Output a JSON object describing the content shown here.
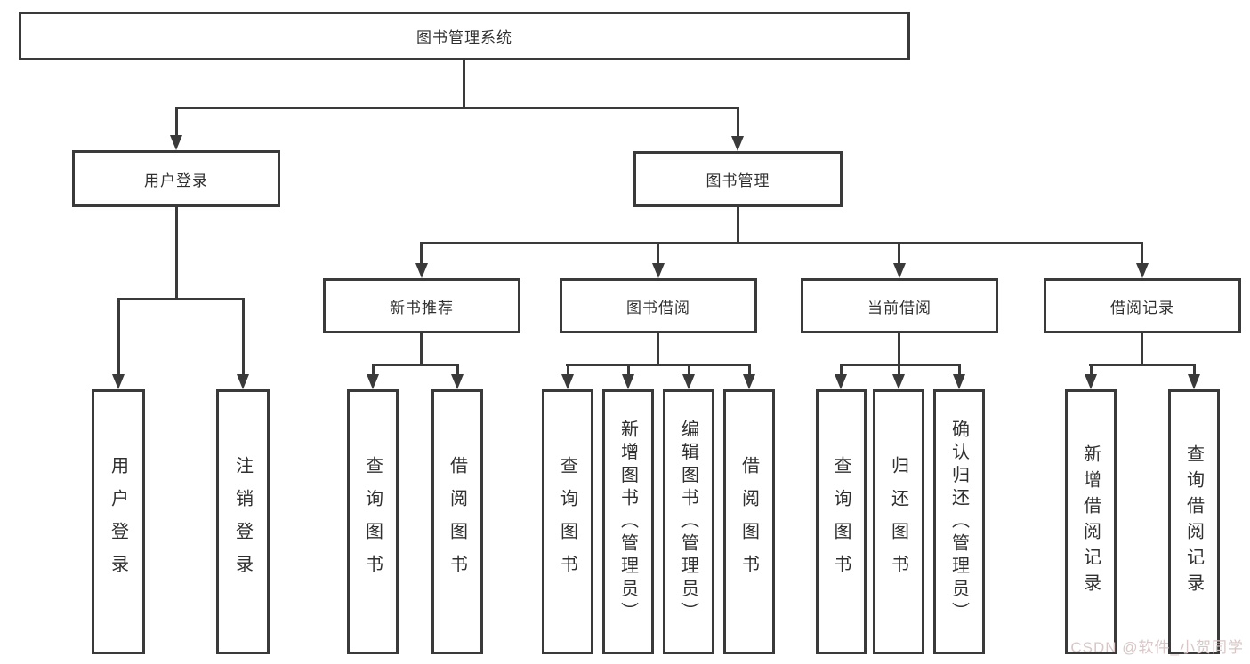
{
  "diagram": {
    "type": "hierarchy-tree",
    "watermark": "CSDN @软件_小贺同学",
    "colors": {
      "line": "#3a3a3a",
      "node_border": "#3a3a3a",
      "node_fill": "#ffffff",
      "text": "#303030",
      "watermark": "#d9c7c7",
      "background": "#ffffff"
    }
  },
  "labels": {
    "root": "图书管理系统",
    "user_login": "用户登录",
    "book_management": "图书管理",
    "new_book_recommend": "新书推荐",
    "book_borrowing": "图书借阅",
    "current_borrowing": "当前借阅",
    "borrow_records": "借阅记录",
    "leaf_user_login": "用户登录",
    "leaf_logout": "注销登录",
    "leaf_nb_query_books": "查询图书",
    "leaf_nb_borrow_books": "借阅图书",
    "leaf_bb_query_books": "查询图书",
    "leaf_bb_add_books": "新增图书（管理员）",
    "leaf_bb_edit_books": "编辑图书（管理员）",
    "leaf_bb_borrow_books": "借阅图书",
    "leaf_cb_query_books": "查询图书",
    "leaf_cb_return_books": "归还图书",
    "leaf_cb_confirm_return": "确认归还（管理员）",
    "leaf_br_add_record": "新增借阅记录",
    "leaf_br_query_record": "查询借阅记录"
  },
  "hierarchy": {
    "root": {
      "label_key": "root",
      "children": [
        {
          "label_key": "user_login",
          "children": [
            {
              "label_key": "leaf_user_login"
            },
            {
              "label_key": "leaf_logout"
            }
          ]
        },
        {
          "label_key": "book_management",
          "children": [
            {
              "label_key": "new_book_recommend",
              "children": [
                {
                  "label_key": "leaf_nb_query_books"
                },
                {
                  "label_key": "leaf_nb_borrow_books"
                }
              ]
            },
            {
              "label_key": "book_borrowing",
              "children": [
                {
                  "label_key": "leaf_bb_query_books"
                },
                {
                  "label_key": "leaf_bb_add_books"
                },
                {
                  "label_key": "leaf_bb_edit_books"
                },
                {
                  "label_key": "leaf_bb_borrow_books"
                }
              ]
            },
            {
              "label_key": "current_borrowing",
              "children": [
                {
                  "label_key": "leaf_cb_query_books"
                },
                {
                  "label_key": "leaf_cb_return_books"
                },
                {
                  "label_key": "leaf_cb_confirm_return"
                }
              ]
            },
            {
              "label_key": "borrow_records",
              "children": [
                {
                  "label_key": "leaf_br_add_record"
                },
                {
                  "label_key": "leaf_br_query_record"
                }
              ]
            }
          ]
        }
      ]
    }
  }
}
